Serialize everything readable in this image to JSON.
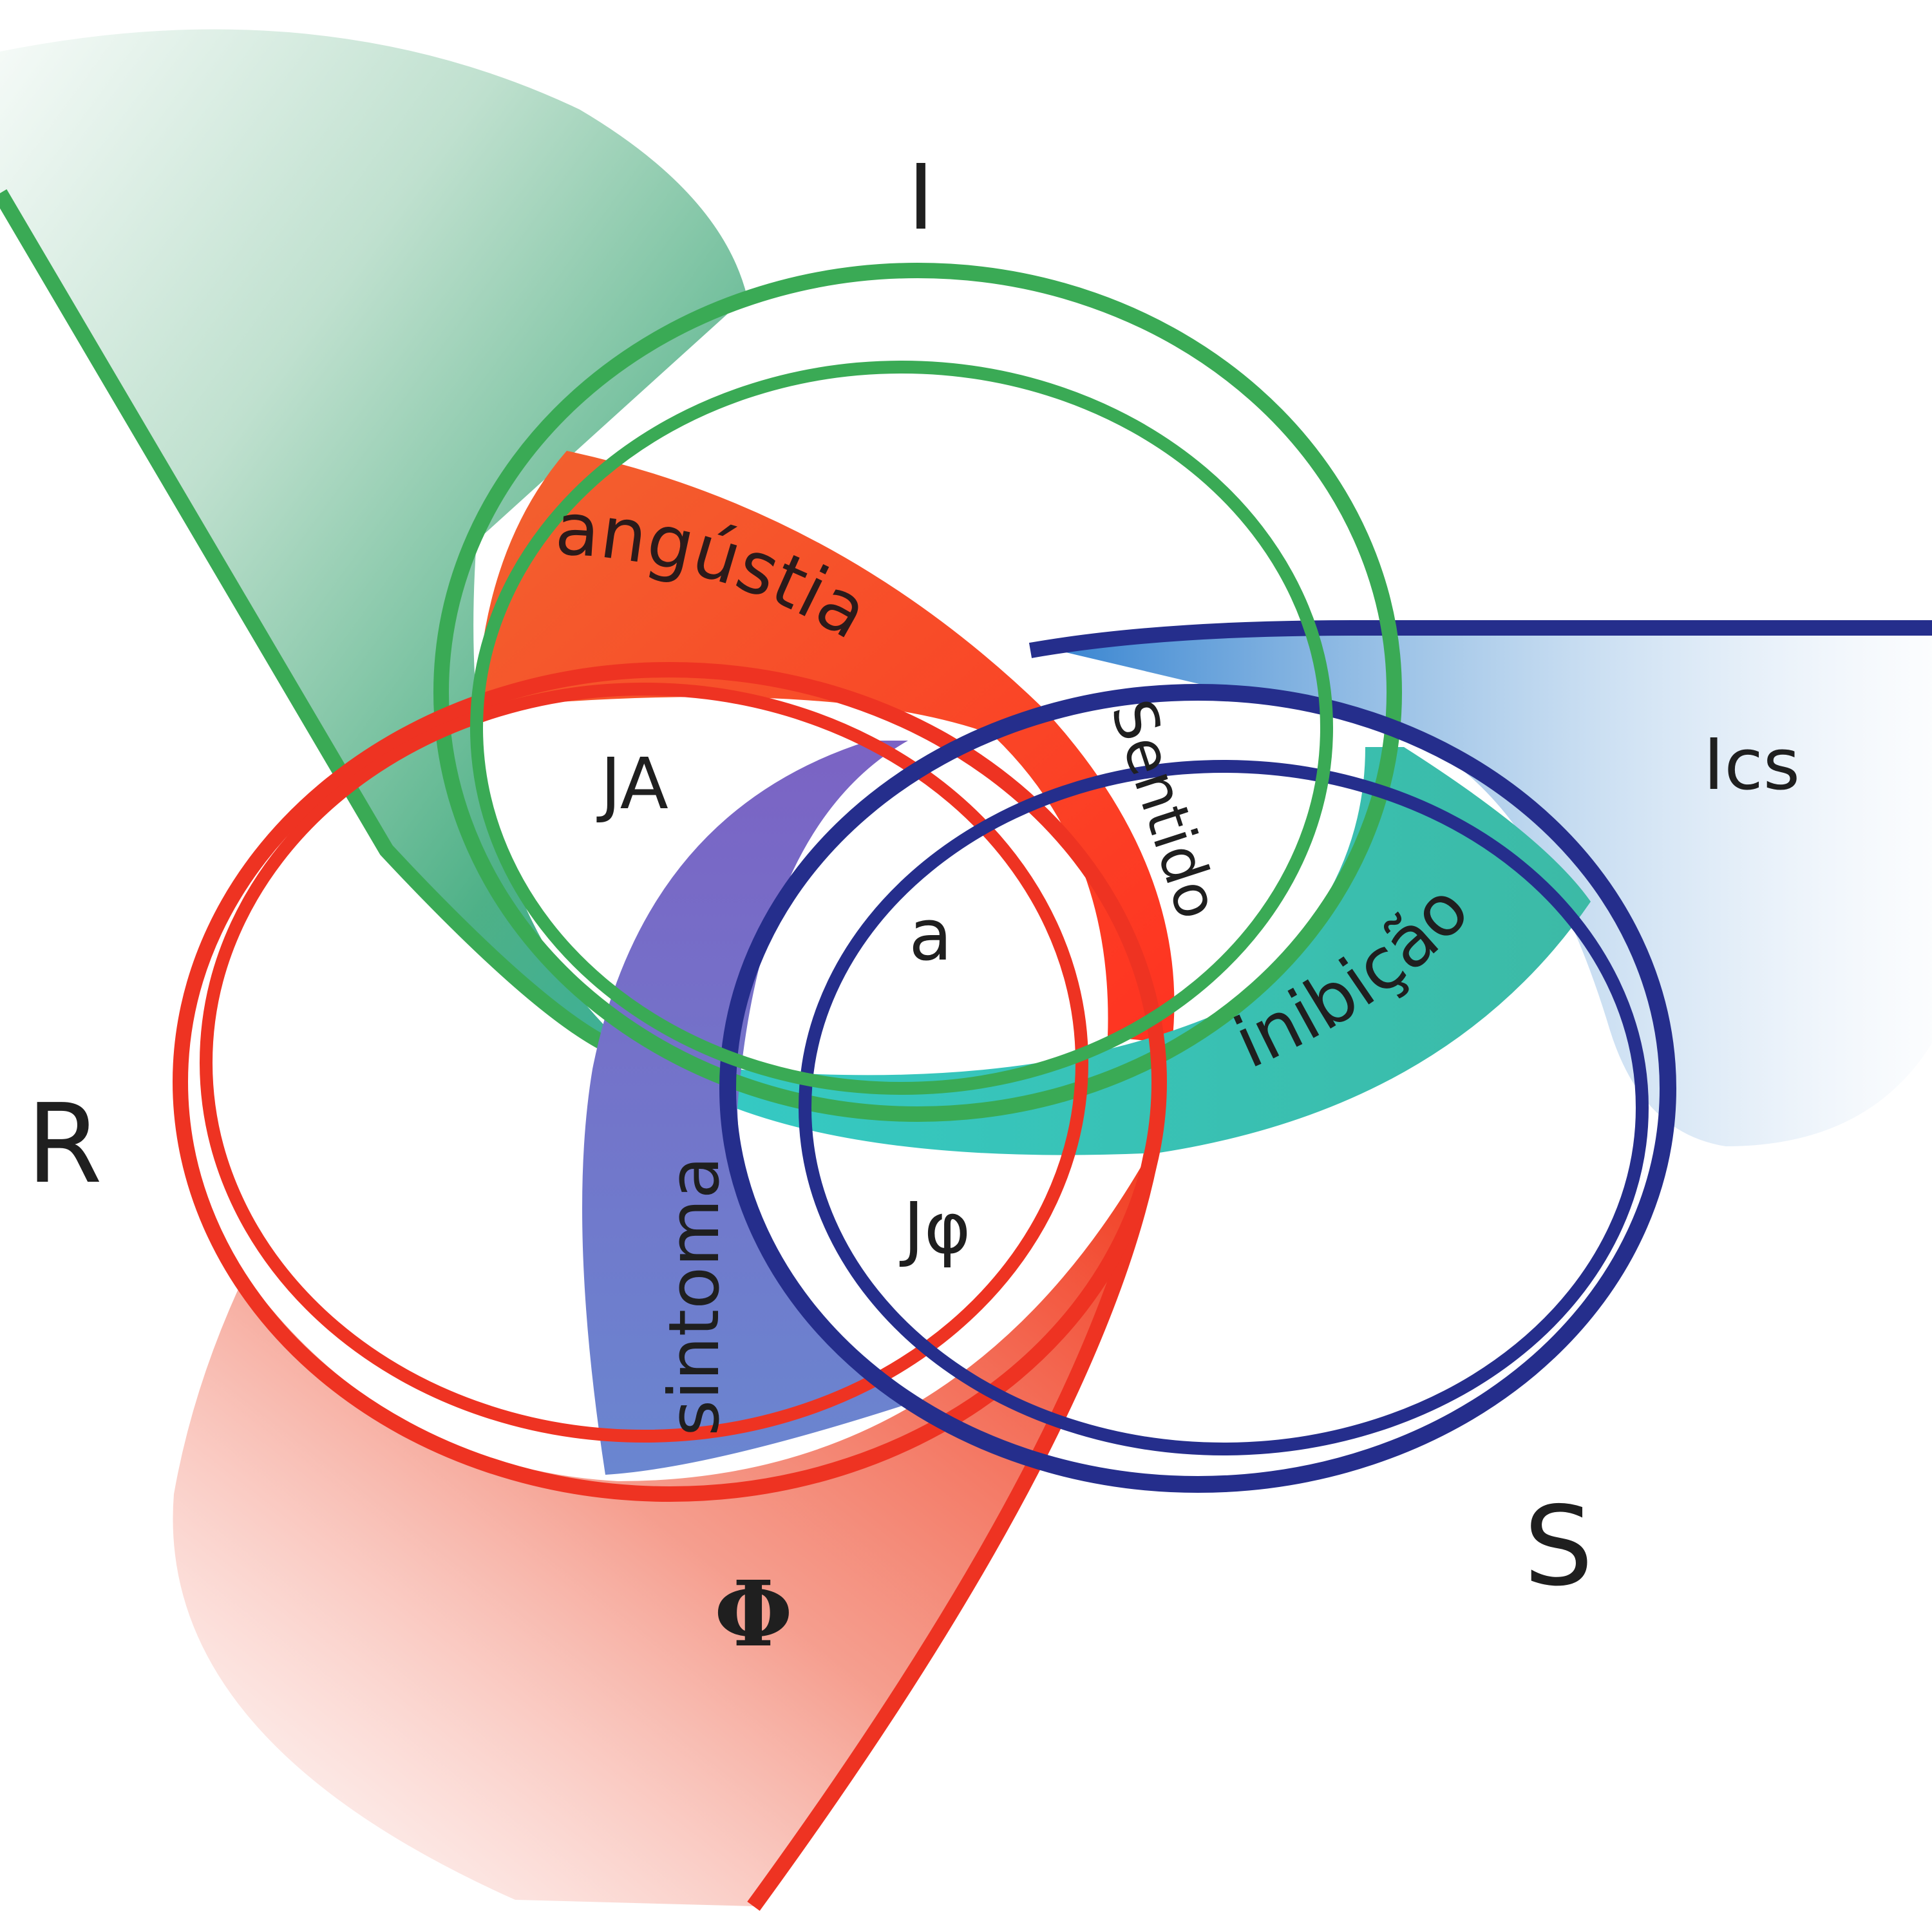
{
  "ring_labels": {
    "imaginary": "I",
    "real": "R",
    "symbolic": "S"
  },
  "region_labels": {
    "anguish": "angústia",
    "sense": "Sentido",
    "inhibition": "inibição",
    "symptom": "sintoma",
    "unconscious": "Ics",
    "object_a": "a",
    "other_jouissance": "JA",
    "phallic_jouissance": "Jφ",
    "phallus": "Φ"
  },
  "colors": {
    "imaginary": "#3aaa55",
    "real": "#ee3322",
    "symbolic": "#252e8c",
    "anguish_fill": "#ff4a2a",
    "inhibition_fill": "#38c4b6",
    "symptom_fill": "#6f6ec4",
    "unconscious_fill": "#3d83cc",
    "imaginary_field": "#48a874",
    "real_field": "#ee3a24"
  }
}
